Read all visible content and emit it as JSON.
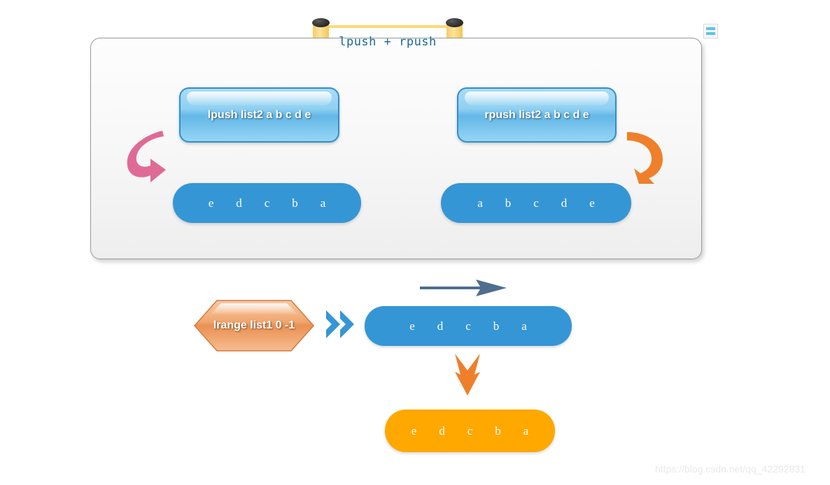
{
  "page": {
    "watermark": "https://blog.csdn.net/qq_42292831"
  },
  "toolbar": {
    "list_icon_name": "list-icon"
  },
  "banner": {
    "title": "lpush + rpush"
  },
  "panel": {
    "commands": [
      {
        "id": "lpush",
        "label": "lpush list2 a b c d e"
      },
      {
        "id": "rpush",
        "label": "rpush list2 a b c d e"
      }
    ],
    "results": [
      {
        "id": "lpush-result",
        "items": [
          "e",
          "d",
          "c",
          "b",
          "a"
        ]
      },
      {
        "id": "rpush-result",
        "items": [
          "a",
          "b",
          "c",
          "d",
          "e"
        ]
      }
    ],
    "arrows": [
      {
        "id": "lpush-arrow",
        "name": "curved-arrow-left",
        "color": "#e06a96"
      },
      {
        "id": "rpush-arrow",
        "name": "curved-arrow-right",
        "color": "#ef7f2a"
      }
    ]
  },
  "lrange": {
    "command_label": "lrange list1 0 -1",
    "chevron_color": "#3596d6",
    "list_items": [
      "e",
      "d",
      "c",
      "b",
      "a"
    ],
    "flow_arrow_color": "#4f6e8f",
    "down_arrow_color": "#ef7f2a",
    "output_items": [
      "e",
      "d",
      "c",
      "b",
      "a"
    ],
    "output_color": "#ffa800"
  }
}
